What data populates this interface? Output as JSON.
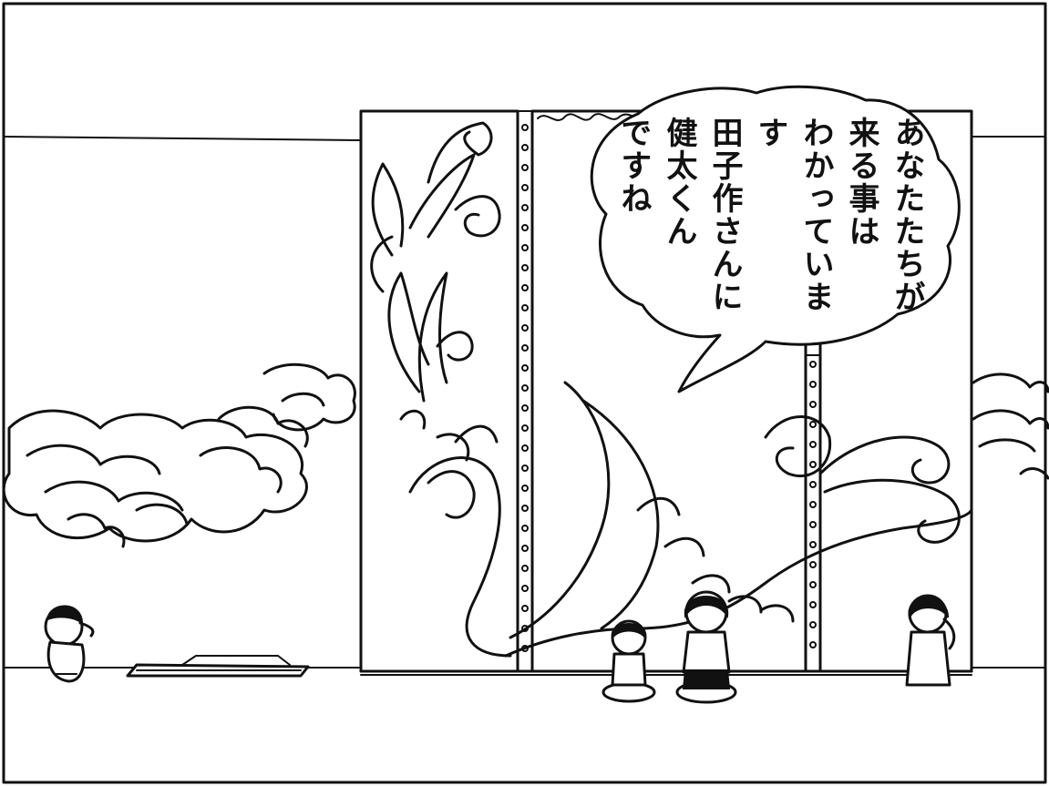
{
  "speech_bubble": {
    "lines": [
      "あなたたちが",
      "来る事は",
      "わかっています",
      "田子作さんに",
      "健太くん",
      "ですね"
    ]
  }
}
